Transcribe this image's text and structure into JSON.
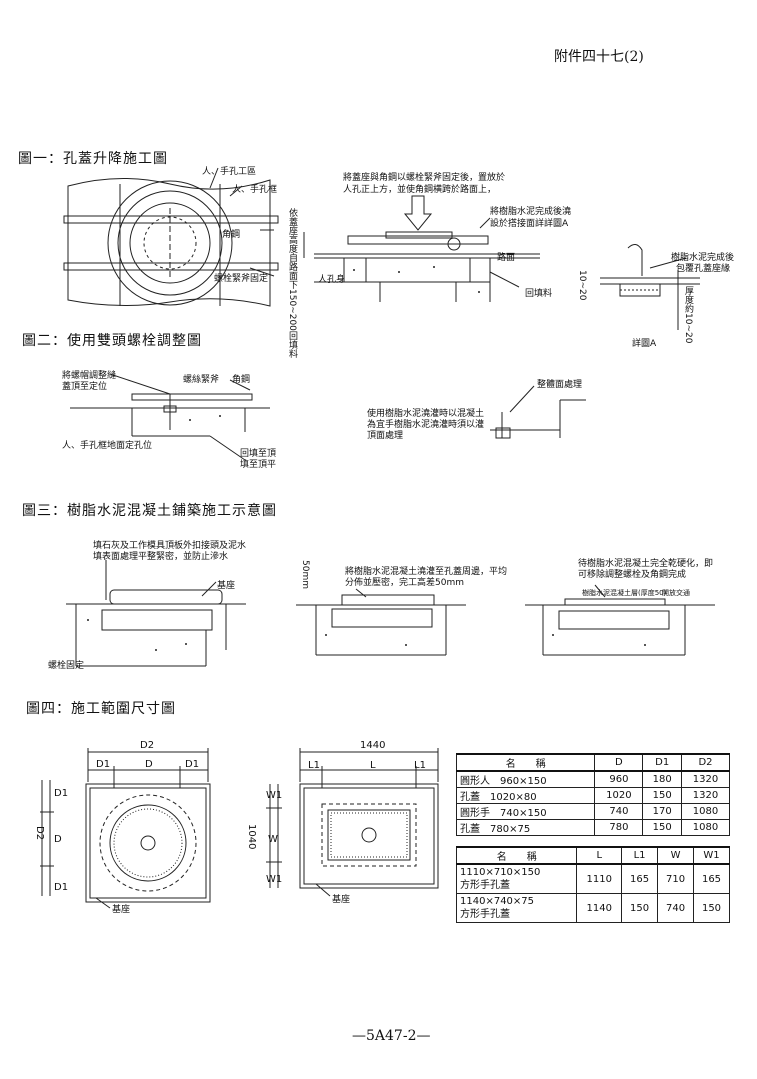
{
  "header": {
    "annex": "附件四十七(2)"
  },
  "footer": {
    "page": "—5A47-2—"
  },
  "fig1": {
    "title": "圖一：孔蓋升降施工圖",
    "labels": {
      "manhole_area": "人、手孔工區",
      "manhole_frame": "人、手孔框",
      "angle_steel": "角鋼",
      "bolt_fix": "螺栓緊斧固定",
      "note_top_1": "將蓋座與角鋼以螺栓緊斧固定後，置放於",
      "note_top_2": "人孔正上方，並使角鋼横跨於路面上，",
      "resin_fill_1": "將樹脂水泥完成後澆",
      "resin_fill_2": "設於搭接面詳詳圖A",
      "road_surface": "路面",
      "manhole_body": "人孔身",
      "backfill": "回填料",
      "vertical_note": "依蓋座高度自路面下150~200回填料",
      "detail_note_1": "樹脂水泥完成後",
      "detail_note_2": "包覆孔蓋座緣",
      "dim_a": "10~20",
      "dim_b": "厚度約10~20",
      "detail_a": "詳圖A"
    }
  },
  "fig2": {
    "title": "圖二：使用雙頭螺栓調整圖",
    "labels": {
      "bolt_adjust_1": "將螺帽調整縫",
      "bolt_adjust_2": "蓋頂至定位",
      "bolt_tight": "螺絲緊斧",
      "angle_steel": "角鋼",
      "frame_hole": "人、手孔框地面定孔位",
      "backfill_1": "回填至頂",
      "backfill_2": "填至頂平",
      "screed": "整體面處理",
      "resin_note_1": "使用樹脂水泥澆灌時以混凝土",
      "resin_note_2": "為宜手樹脂水泥澆灌時須以灌",
      "resin_note_3": "頂面處理"
    }
  },
  "fig3": {
    "title": "圖三：樹脂水泥混凝土鋪築施工示意圖",
    "labels": {
      "note1_1": "填石灰及工作模具頂板外扣接頭及泥水",
      "note1_2": "填表面處理平整緊密，並防止滲水",
      "base": "基座",
      "bolt_fix": "螺栓固定",
      "dim_50": "50mm",
      "note2_1": "將樹脂水泥混凝土澆灌至孔蓋周邊，平均",
      "note2_2": "分佈並壓密，完工高差50mm",
      "note3_1": "待樹脂水泥混凝土完全乾硬化，即",
      "note3_2": "可移除調整螺栓及角鋼完成",
      "note3_3": "樹脂水泥混凝土層(厚度50)",
      "note3_4": "開放交通"
    }
  },
  "fig4": {
    "title": "圖四：施工範圍尺寸圖",
    "left_dims": {
      "top": "D2",
      "d1": "D1",
      "d": "D",
      "side": "D2",
      "base": "基座"
    },
    "mid_dims": {
      "top": "1440",
      "l1": "L1",
      "l": "L",
      "side": "1040",
      "w1": "W1",
      "w": "W",
      "base": "基座"
    }
  },
  "table1": {
    "headers": [
      "名　　稱",
      "D",
      "D1",
      "D2"
    ],
    "rows": [
      [
        "圓形人　960×150",
        "960",
        "180",
        "1320"
      ],
      [
        "孔蓋　1020×80",
        "1020",
        "150",
        "1320"
      ],
      [
        "圓形手　740×150",
        "740",
        "170",
        "1080"
      ],
      [
        "孔蓋　780×75",
        "780",
        "150",
        "1080"
      ]
    ]
  },
  "table2": {
    "headers": [
      "名　　稱",
      "L",
      "L1",
      "W",
      "W1"
    ],
    "rows": [
      [
        "1110×710×150",
        "方形手孔蓋",
        "1110",
        "165",
        "710",
        "165"
      ],
      [
        "1140×740×75",
        "方形手孔蓋",
        "1140",
        "150",
        "740",
        "150"
      ]
    ]
  }
}
